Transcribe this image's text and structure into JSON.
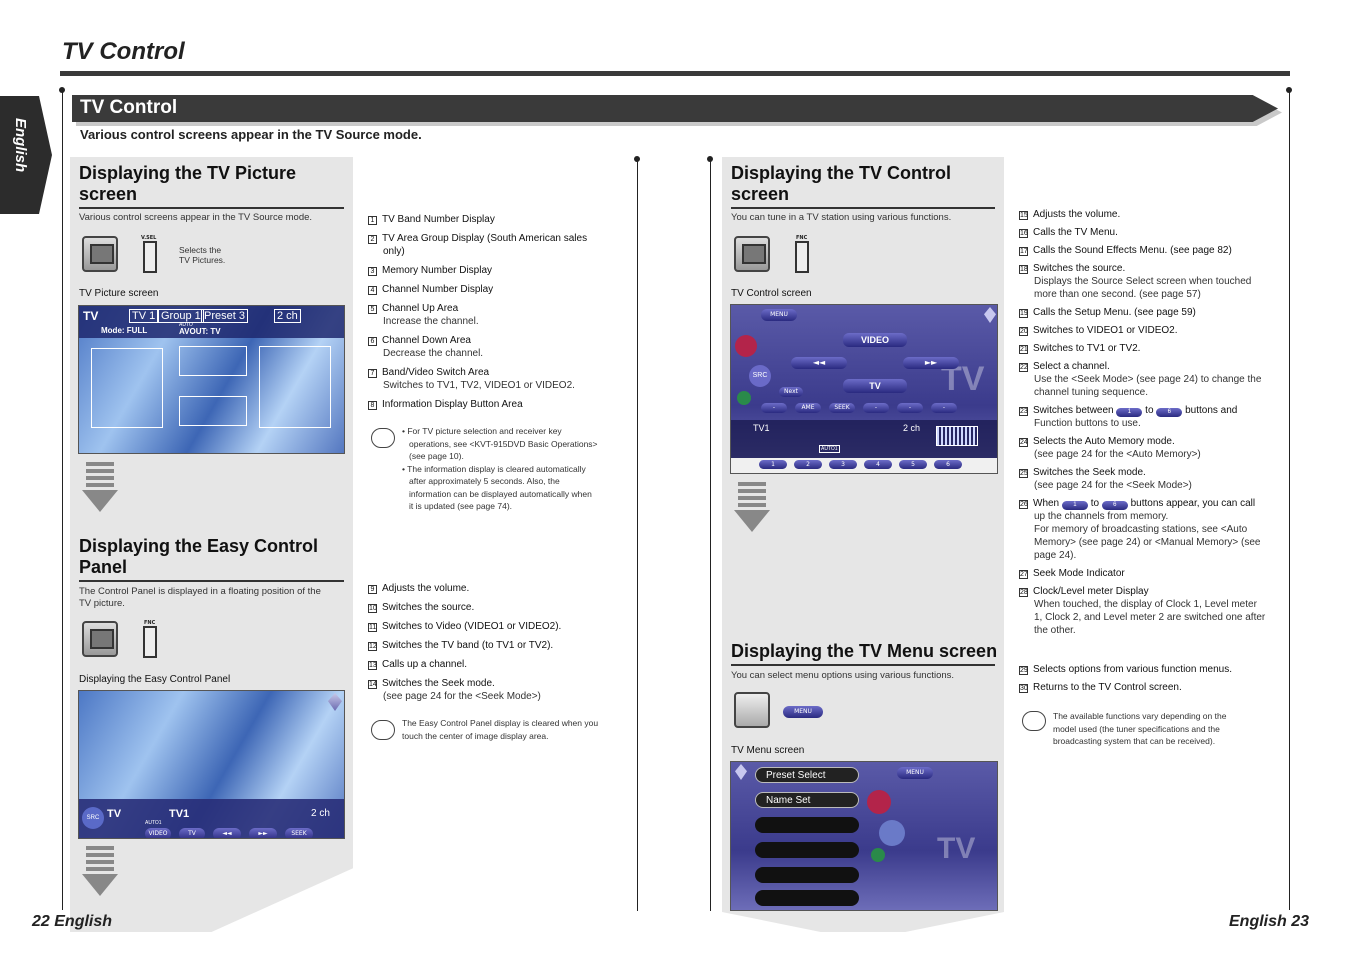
{
  "page_title": "TV Control",
  "language_tab": "English",
  "banner_title": "TV Control",
  "intro": "Various control screens appear in the TV Source mode.",
  "section_picture": {
    "title_line1": "Displaying the TV Picture",
    "title_line2": "screen",
    "desc": "Various control screens appear in the TV Source mode.",
    "switch_label": "V.SEL",
    "selects_text_1": "Selects the",
    "selects_text_2": "TV Pictures.",
    "screen_caption": "TV Picture screen",
    "screen": {
      "tv_label": "TV",
      "band": "TV 1",
      "group": "Group 1",
      "preset": "Preset 3",
      "channel": "2 ch",
      "mode": "Mode: FULL",
      "auto": "AUTO",
      "avout": "AVOUT:  TV"
    }
  },
  "list_picture": [
    {
      "n": "1",
      "label": "TV Band Number Display",
      "sub": ""
    },
    {
      "n": "2",
      "label": "TV Area Group Display (South American sales",
      "sub": "only)"
    },
    {
      "n": "3",
      "label": "Memory Number Display",
      "sub": ""
    },
    {
      "n": "4",
      "label": "Channel Number Display",
      "sub": ""
    },
    {
      "n": "5",
      "label": "Channel Up Area",
      "sub": "Increase the channel."
    },
    {
      "n": "6",
      "label": "Channel Down Area",
      "sub": "Decrease the channel."
    },
    {
      "n": "7",
      "label": "Band/Video Switch Area",
      "sub": "Switches to TV1, TV2, VIDEO1 or VIDEO2."
    },
    {
      "n": "8",
      "label": "Information Display Button Area",
      "sub": ""
    }
  ],
  "note_picture": {
    "line1": "• For TV picture selection and receiver key",
    "line2": "operations, see <KVT-915DVD Basic Operations>",
    "line3": "(see page 10).",
    "line4": "• The information display is cleared automatically",
    "line5": "after approximately 5 seconds. Also, the",
    "line6": "information can be displayed automatically when",
    "line7": "it is updated (see page 74)."
  },
  "section_easy": {
    "title_line1": "Displaying the Easy Control",
    "title_line2": "Panel",
    "desc_line1": "The Control Panel is displayed in a floating position of the",
    "desc_line2": "TV picture.",
    "switch_label": "FNC",
    "screen_caption": "Displaying the Easy Control Panel",
    "screen": {
      "src": "SRC",
      "tv": "TV",
      "tv1": "TV1",
      "ch": "2 ch",
      "video": "VIDEO",
      "tvbtn": "TV",
      "seek": "SEEK",
      "auto": "AUTO1"
    }
  },
  "list_easy": [
    {
      "n": "9",
      "label": "Adjusts the volume."
    },
    {
      "n": "10",
      "label": "Switches the source."
    },
    {
      "n": "11",
      "label": "Switches to Video (VIDEO1 or VIDEO2)."
    },
    {
      "n": "12",
      "label": "Switches the TV band (to TV1 or TV2)."
    },
    {
      "n": "13",
      "label": "Calls up a channel."
    },
    {
      "n": "14",
      "label": "Switches the Seek mode.",
      "sub": "(see page 24 for the <Seek Mode>)"
    }
  ],
  "note_easy": {
    "line1": "The Easy Control Panel display is cleared when you",
    "line2": "touch the center of image display area."
  },
  "section_control": {
    "title_line1": "Displaying the TV Control",
    "title_line2": "screen",
    "desc": "You can tune in a TV station using various functions.",
    "switch_label": "FNC",
    "screen_caption": "TV Control screen",
    "screen": {
      "menu": "MENU",
      "video": "VIDEO",
      "tv": "TV",
      "src": "SRC",
      "next": "Next",
      "ame": "AME",
      "seek": "SEEK",
      "tv1": "TV1",
      "ch": "2 ch",
      "auto": "AUTO1",
      "logo": "TV",
      "presets": [
        "1",
        "2",
        "3",
        "4",
        "5",
        "6"
      ]
    }
  },
  "list_control": [
    {
      "n": "15",
      "label": "Adjusts the volume."
    },
    {
      "n": "16",
      "label": "Calls the TV Menu."
    },
    {
      "n": "17",
      "label": "Calls the Sound Effects Menu. (see page 82)"
    },
    {
      "n": "18",
      "label": "Switches the source.",
      "sub1": "Displays the Source Select screen when touched",
      "sub2": "more than one second. (see page 57)"
    },
    {
      "n": "19",
      "label": "Calls the Setup Menu. (see page 59)"
    },
    {
      "n": "20",
      "label": "Switches to VIDEO1 or VIDEO2."
    },
    {
      "n": "21",
      "label": "Switches to TV1 or TV2."
    },
    {
      "n": "22",
      "label": "Select a channel.",
      "sub1": "Use the <Seek Mode> (see page 24) to change the",
      "sub2": "channel tuning sequence."
    },
    {
      "n": "23",
      "label_a": "Switches between",
      "label_b": "to",
      "label_c": "buttons and",
      "sub1": "Function buttons to use.",
      "pill_a": "1",
      "pill_b": "6"
    },
    {
      "n": "24",
      "label": "Selects the Auto Memory mode.",
      "sub1": "(see page 24 for the <Auto Memory>)"
    },
    {
      "n": "25",
      "label": "Switches the Seek mode.",
      "sub1": "(see page 24 for the <Seek Mode>)"
    },
    {
      "n": "26",
      "label_a": "When",
      "label_b": "to",
      "label_c": "buttons appear, you can call",
      "sub1": "up the channels from memory.",
      "sub2": "For memory of broadcasting stations, see <Auto",
      "sub3": "Memory> (see page 24) or <Manual Memory> (see",
      "sub4": "page 24).",
      "pill_a": "1",
      "pill_b": "6"
    },
    {
      "n": "27",
      "label": "Seek Mode Indicator"
    },
    {
      "n": "28",
      "label": "Clock/Level meter Display",
      "sub1": "When touched, the display of Clock 1, Level meter",
      "sub2": "1, Clock 2, and Level meter 2 are switched one after",
      "sub3": "the other."
    }
  ],
  "section_menu": {
    "title": "Displaying the TV Menu screen",
    "desc": "You can select menu options using various functions.",
    "menu_pill": "MENU",
    "screen_caption": "TV Menu screen",
    "screen": {
      "preset_select": "Preset Select",
      "name_set": "Name Set",
      "menu": "MENU",
      "logo": "TV"
    }
  },
  "list_menu": [
    {
      "n": "29",
      "label": "Selects options from various function menus."
    },
    {
      "n": "30",
      "label": "Returns to the TV Control screen."
    }
  ],
  "note_menu": {
    "line1": "The available functions vary depending on the",
    "line2": "model used (the tuner specifications and the",
    "line3": "broadcasting system that can be received)."
  },
  "footer_left": "22 English",
  "footer_right": "English 23"
}
